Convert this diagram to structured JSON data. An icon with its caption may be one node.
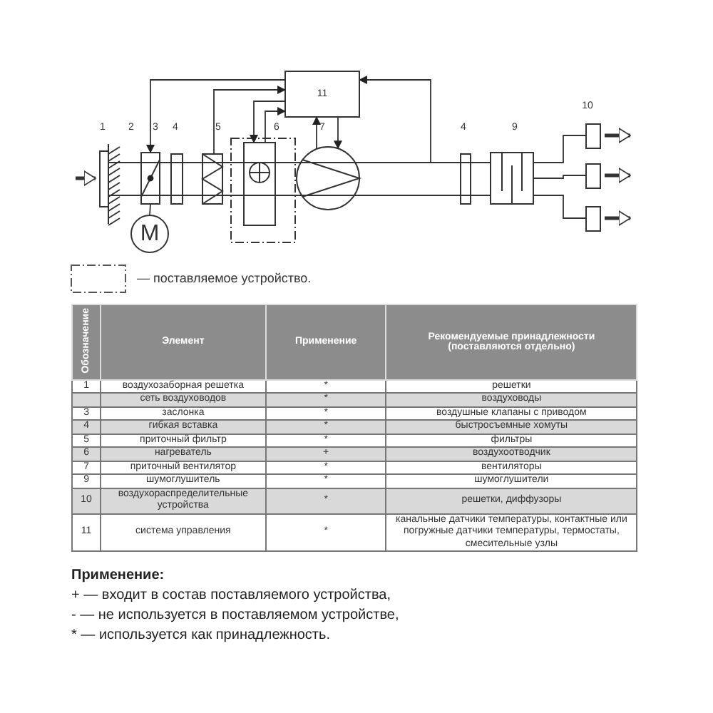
{
  "diagram": {
    "nodes": [
      {
        "text": [
          "11"
        ]
      },
      {
        "text": [],
        "shape": "box"
      },
      {
        "text": [],
        "shape": "box"
      },
      {
        "text": [
          "M"
        ]
      },
      {
        "text": [],
        "shape": "box"
      },
      {
        "text": [],
        "shape": "box"
      },
      {
        "text": [],
        "shape": "box"
      },
      {
        "text": [],
        "shape": "box",
        "in": 6
      },
      {
        "text": [],
        "shape": "circle"
      },
      {
        "text": [],
        "shape": "box"
      },
      {
        "text": [],
        "shape": "box"
      },
      {
        "text": [],
        "shape": "box"
      },
      {
        "text": [],
        "shape": "box"
      },
      {
        "text": [],
        "shape": "box"
      },
      {
        "text": [],
        "shape": "bar"
      }
    ],
    "edges": [
      {
        "from": null,
        "to": 1,
        "arrow": "to",
        "style": "thick"
      },
      {
        "from": 0,
        "to": 2,
        "arrow": "to"
      },
      {
        "from": 2,
        "to": 3,
        "arrow": "none"
      },
      {
        "from": 5,
        "to": 0,
        "arrow": "to"
      },
      {
        "from": 0,
        "to": 7,
        "arrow": "to"
      },
      {
        "from": 7,
        "to": 0,
        "arrow": "to"
      },
      {
        "from": 8,
        "to": 0,
        "arrow": "to"
      },
      {
        "from": 0,
        "to": 8,
        "arrow": "to"
      },
      {
        "from": 14,
        "to": 0,
        "arrow": "to"
      },
      {
        "from": 10,
        "to": 11,
        "arrow": "none"
      },
      {
        "from": 10,
        "to": 12,
        "arrow": "none"
      },
      {
        "from": 10,
        "to": 13,
        "arrow": "none"
      },
      {
        "from": 11,
        "to": null,
        "arrow": "to",
        "style": "thick"
      },
      {
        "from": 12,
        "to": null,
        "arrow": "to",
        "style": "thick"
      },
      {
        "from": 13,
        "to": null,
        "arrow": "to",
        "style": "thick"
      }
    ],
    "labels": [
      "1",
      "2",
      "3",
      "4",
      "5",
      "6",
      "7",
      "4",
      "9",
      "10",
      "Обозначение",
      "Элемент",
      "Применение",
      "Рекомендуемые принадлежности (поставляются отдельно)",
      "1",
      "воздухозаборная решетка",
      "*",
      "решетки",
      "сеть воздуховодов",
      "*",
      "воздуховоды",
      "3",
      "заслонка",
      "*",
      "воздушные клапаны с приводом",
      "4",
      "гибкая вставка",
      "*",
      "быстросъемные хомуты",
      "5",
      "приточный фильтр",
      "*",
      "фильтры",
      "6",
      "нагреватель",
      "+",
      "воздухоотводчик",
      "7",
      "приточный вентилятор",
      "*",
      "вентиляторы",
      "9",
      "шумоглушитель",
      "*",
      "шумоглушители",
      "10",
      "воздухораспределительные устройства",
      "*",
      "решетки, диффузоры",
      "11",
      "система управления",
      "*",
      "канальные датчики температуры, контактные или погружные датчики температуры, термостаты, смесительные узлы",
      "Применение:",
      "+ — входит в состав поставляемого устройства,",
      "- — не используется в поставляемом устройстве,",
      "* — используется как принадлежность."
    ],
    "legend": [
      {
        "text": "— поставляемое устройство."
      }
    ]
  }
}
